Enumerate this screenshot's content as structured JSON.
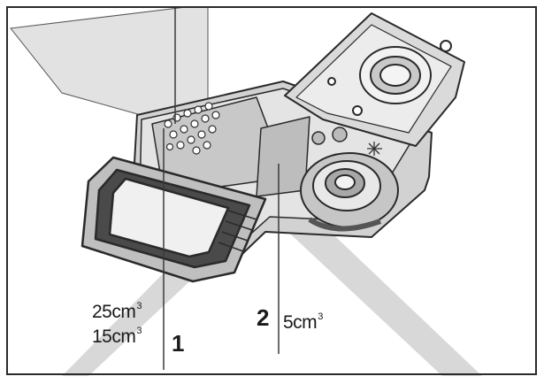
{
  "labels": {
    "rinse_large": {
      "amount": "25cm",
      "unit_power": "3"
    },
    "rinse_small": {
      "amount": "15cm",
      "unit_power": "3"
    },
    "compartment_1": "1",
    "compartment_2": "2",
    "detergent_min": {
      "amount": "5cm",
      "unit_power": "3"
    }
  },
  "colors": {
    "frame": "#2a2a2a",
    "line": "#3a3a3a",
    "fill_light": "#e6e6e6",
    "fill_mid": "#cfcfcf",
    "fill_dark": "#9a9a9a",
    "watermark": "#d8d8d8"
  }
}
